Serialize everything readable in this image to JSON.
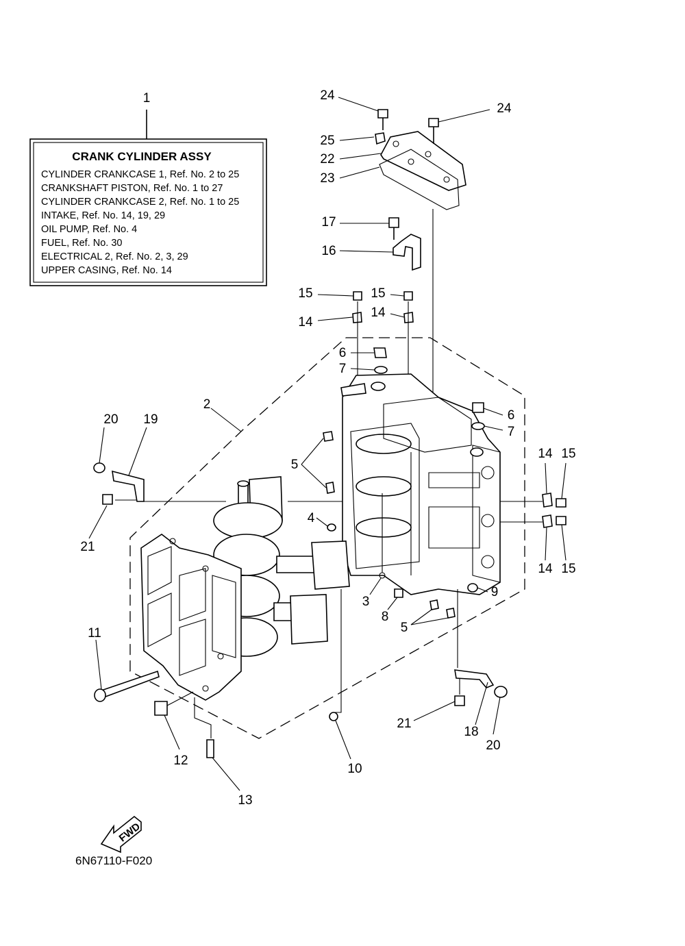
{
  "legend_box": {
    "ref_number": "1",
    "title": "CRANK CYLINDER ASSY",
    "lines": [
      "CYLINDER CRANKCASE 1,  Ref. No. 2 to 25",
      "CRANKSHAFT PISTON,  Ref. No. 1 to 27",
      "CYLINDER CRANKCASE 2,  Ref. No. 1 to 25",
      "INTAKE,  Ref. No. 14, 19, 29",
      "OIL PUMP,  Ref. No. 4",
      "FUEL,  Ref. No. 30",
      "ELECTRICAL 2,  Ref. No. 2, 3, 29",
      "UPPER CASING,  Ref. No. 14"
    ]
  },
  "callouts": [
    "24",
    "24",
    "25",
    "22",
    "23",
    "17",
    "16",
    "15",
    "15",
    "14",
    "14",
    "6",
    "7",
    "2",
    "6",
    "7",
    "20",
    "19",
    "5",
    "14",
    "15",
    "21",
    "4",
    "14",
    "15",
    "9",
    "3",
    "8",
    "5",
    "11",
    "21",
    "18",
    "20",
    "12",
    "10",
    "13"
  ],
  "fwd_label": "FWD",
  "drawing_code": "6N67110-F020"
}
